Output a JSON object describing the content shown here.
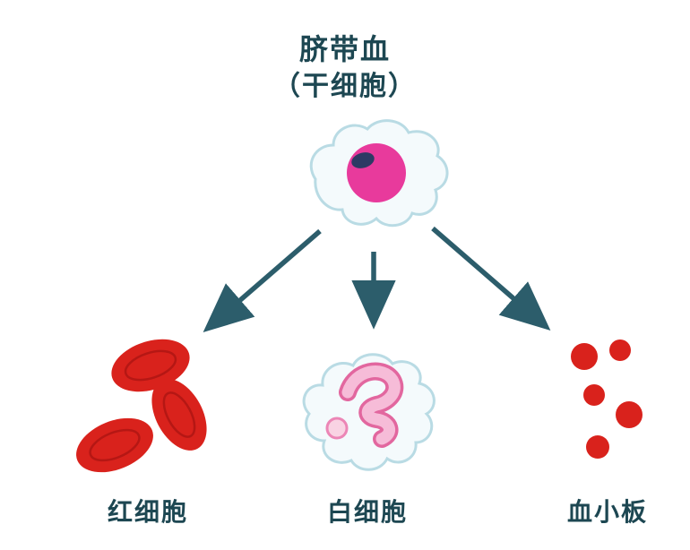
{
  "diagram": {
    "title_line1": "脐带血",
    "title_line2": "（干细胞）",
    "labels": {
      "red_cells": "红细胞",
      "white_cell": "白细胞",
      "platelets": "血小板"
    },
    "colors": {
      "text": "#1d4752",
      "arrow": "#2c5d6b",
      "red_cell": "#d9221c",
      "stem_nucleus": "#e83a9c",
      "nucleus_spot": "#2d3a64",
      "cell_fill": "#f4fafc",
      "cell_outline": "#b9dbe4",
      "wbc_nucleus_fill": "#f6bcd8",
      "wbc_nucleus_outline": "#e2679f",
      "wbc_granule_fill": "#f9d3e3"
    }
  }
}
